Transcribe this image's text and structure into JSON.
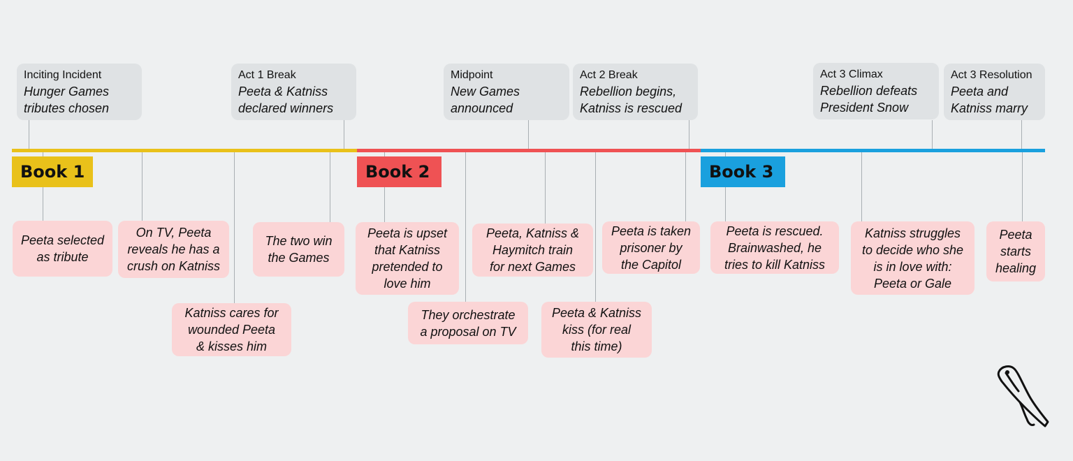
{
  "books": [
    {
      "label": "Book 1",
      "color": "#e9c11a"
    },
    {
      "label": "Book 2",
      "color": "#ef5254"
    },
    {
      "label": "Book 3",
      "color": "#1aa0de"
    }
  ],
  "milestones": [
    {
      "label": "Inciting Incident",
      "desc": "Hunger Games\ntributes chosen"
    },
    {
      "label": "Act 1 Break",
      "desc": "Peeta & Katniss\ndeclared winners"
    },
    {
      "label": "Midpoint",
      "desc": "New Games\nannounced"
    },
    {
      "label": "Act 2 Break",
      "desc": "Rebellion begins,\nKatniss is rescued"
    },
    {
      "label": "Act 3 Climax",
      "desc": "Rebellion defeats\nPresident Snow"
    },
    {
      "label": "Act 3 Resolution",
      "desc": "Peeta and\nKatniss marry"
    }
  ],
  "events": [
    "Peeta selected\nas tribute",
    "On TV, Peeta\nreveals he has a\ncrush on Katniss",
    "Katniss cares for\nwounded Peeta\n& kisses him",
    "The two win\nthe Games",
    "Peeta is upset\nthat Katniss\npretended to\nlove him",
    "They orchestrate\na proposal on TV",
    "Peeta, Katniss &\nHaymitch train\nfor next Games",
    "Peeta & Katniss\nkiss (for real\nthis time)",
    "Peeta is taken\nprisoner by\nthe Capitol",
    "Peeta is rescued.\nBrainwashed, he\ntries to kill Katniss",
    "Katniss struggles\nto decide who she\nis in love with:\nPeeta or Gale",
    "Peeta\nstarts\nhealing"
  ],
  "logo_icon": "parrot-logo-icon"
}
